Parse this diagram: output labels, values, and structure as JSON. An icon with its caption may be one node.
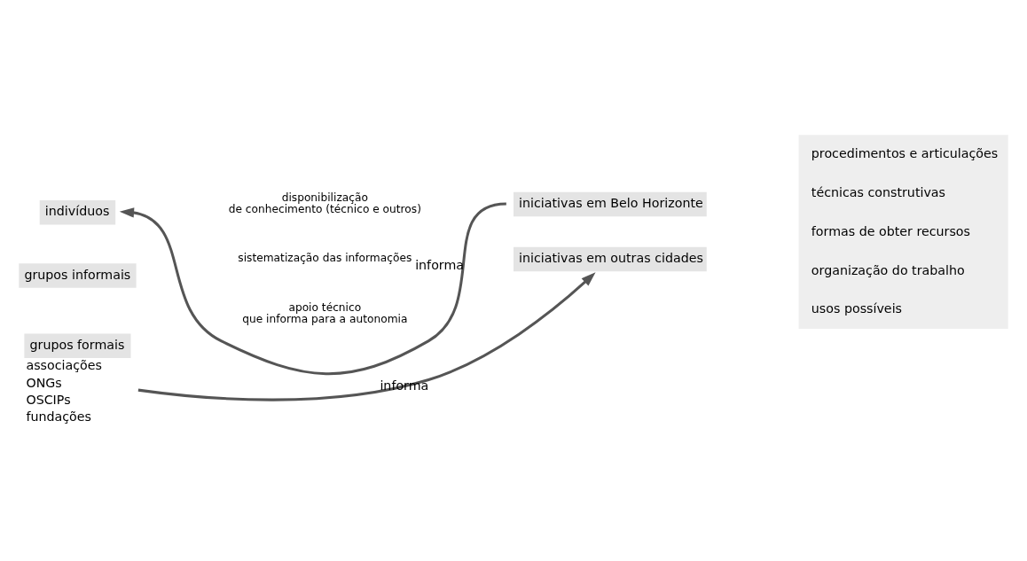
{
  "diagram": {
    "nodes": [
      {
        "text": [
          "indivíduos"
        ]
      },
      {
        "text": [
          "grupos informais"
        ]
      },
      {
        "text": [
          "grupos formais"
        ],
        "beside": [
          "associações",
          "ONGs",
          "OSCIPs",
          "fundações"
        ]
      },
      {
        "text": [
          "iniciativas em Belo Horizonte"
        ]
      },
      {
        "text": [
          "iniciativas em outras cidades"
        ]
      },
      {
        "text": [
          "procedimentos e articulações",
          "técnicas construtivas",
          "formas de obter recursos",
          "organização do trabalho",
          "usos possíveis"
        ]
      }
    ],
    "edges": [
      {
        "from": 3,
        "to": 0,
        "arrow": "to",
        "label": "informa"
      },
      {
        "from": 2,
        "to": 4,
        "arrow": "to",
        "label": "informa"
      }
    ],
    "labels": [
      "disponibilização de conhecimento (técnico e outros)",
      "sistematização das informações",
      "apoio técnico que informa para a autonomia"
    ]
  }
}
